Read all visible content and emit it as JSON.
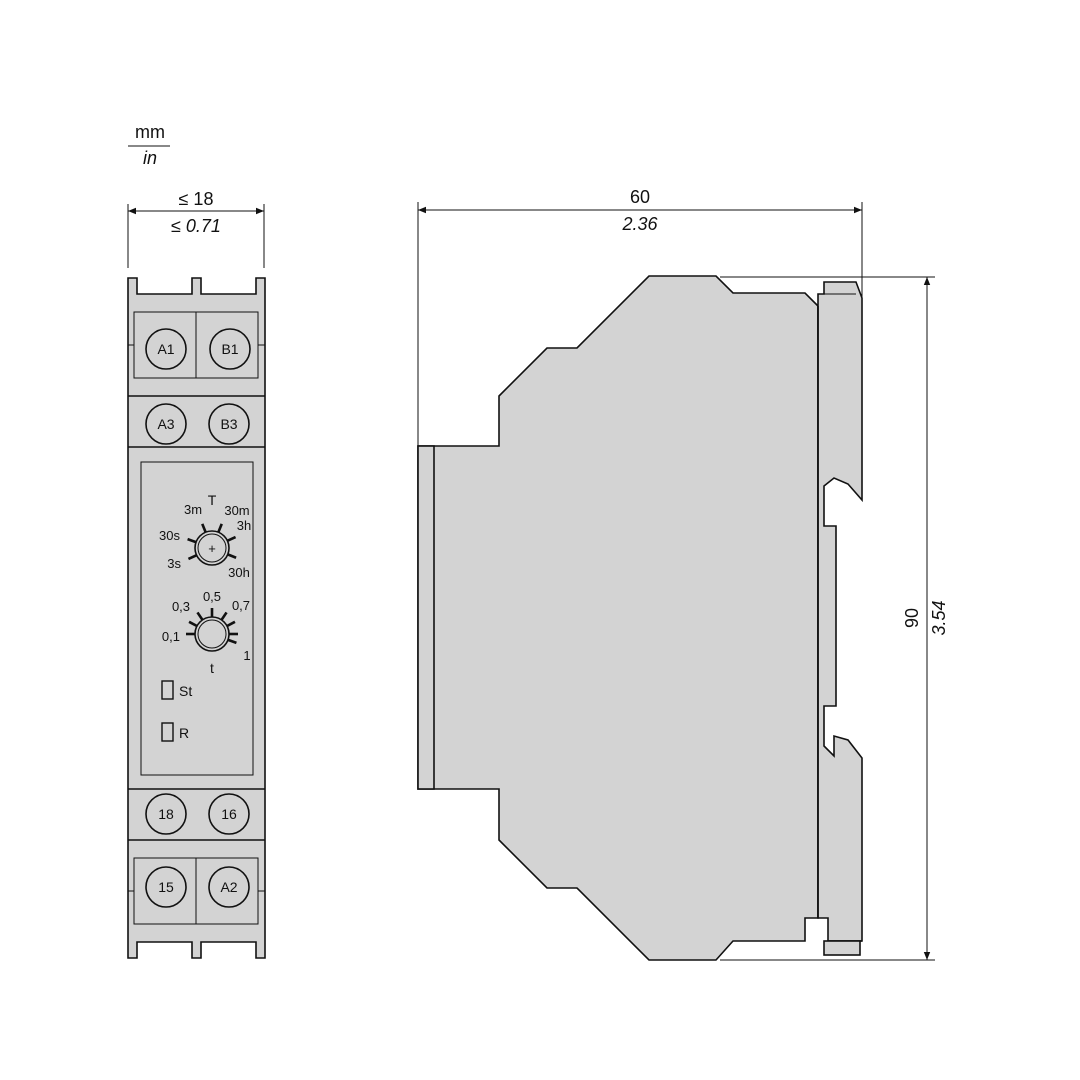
{
  "units": {
    "primary": "mm",
    "secondary": "in"
  },
  "front_view": {
    "width_mm": "≤ 18",
    "width_in": "≤ 0.71",
    "terminals": {
      "a1": "A1",
      "b1": "B1",
      "a3": "A3",
      "b3": "B3",
      "t18": "18",
      "t16": "16",
      "t15": "15",
      "a2": "A2"
    },
    "dial_T": {
      "title": "T",
      "labels": {
        "s3": "3s",
        "s30": "30s",
        "m3": "3m",
        "m30": "30m",
        "h3": "3h",
        "h30": "30h"
      },
      "center_mark": "+"
    },
    "dial_t": {
      "title": "t",
      "labels": {
        "v01": "0,1",
        "v03": "0,3",
        "v05": "0,5",
        "v07": "0,7",
        "v1": "1"
      }
    },
    "indicators": {
      "st": "St",
      "r": "R"
    }
  },
  "side_view": {
    "depth_mm": "60",
    "depth_in": "2.36",
    "height_mm": "90",
    "height_in": "3.54"
  },
  "colors": {
    "body": "#d3d3d3",
    "line": "#111111"
  }
}
